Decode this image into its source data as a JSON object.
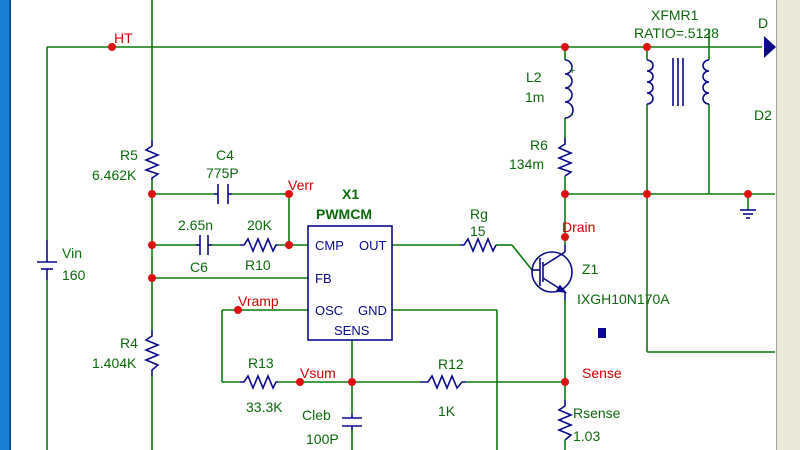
{
  "nodes": {
    "ht": "HT",
    "verr": "Verr",
    "vramp": "Vramp",
    "vsum": "Vsum",
    "drain": "Drain",
    "sense": "Sense"
  },
  "components": {
    "xfmr": {
      "name": "XFMR1",
      "value": "RATIO=.5128"
    },
    "d_top": "D",
    "d2": "D2",
    "l2": {
      "name": "L2",
      "value": "1m"
    },
    "r6": {
      "name": "R6",
      "value": "134m"
    },
    "r5": {
      "name": "R5",
      "value": "6.462K"
    },
    "c4": {
      "name": "C4",
      "value": "775P"
    },
    "c6": {
      "name": "C6",
      "value": "2.65n"
    },
    "r10": {
      "name": "R10",
      "value": "20K"
    },
    "x1": {
      "name": "X1",
      "model": "PWMCM"
    },
    "rg": {
      "name": "Rg",
      "value": "15"
    },
    "z1": {
      "name": "Z1",
      "value": "IXGH10N170A"
    },
    "vin": {
      "name": "Vin",
      "value": "160"
    },
    "r4": {
      "name": "R4",
      "value": "1.404K"
    },
    "r13": {
      "name": "R13",
      "value": "33.3K"
    },
    "r12": {
      "name": "R12",
      "value": "1K"
    },
    "cleb": {
      "name": "Cleb",
      "value": "100P"
    },
    "rsense": {
      "name": "Rsense",
      "value": "1.03"
    }
  },
  "ic_pins": {
    "cmp": "CMP",
    "out": "OUT",
    "fb": "FB",
    "osc": "OSC",
    "gnd": "GND",
    "sens": "SENS"
  },
  "polarity": {
    "plus": "+",
    "minus": "-"
  },
  "colors": {
    "wire": "#0a7a0a",
    "component": "#0a0a8a",
    "node_label": "#d00000",
    "node_dot": "#e01010",
    "frame_blue": "#1c7fd6",
    "frame_gray": "#ece9d8"
  }
}
